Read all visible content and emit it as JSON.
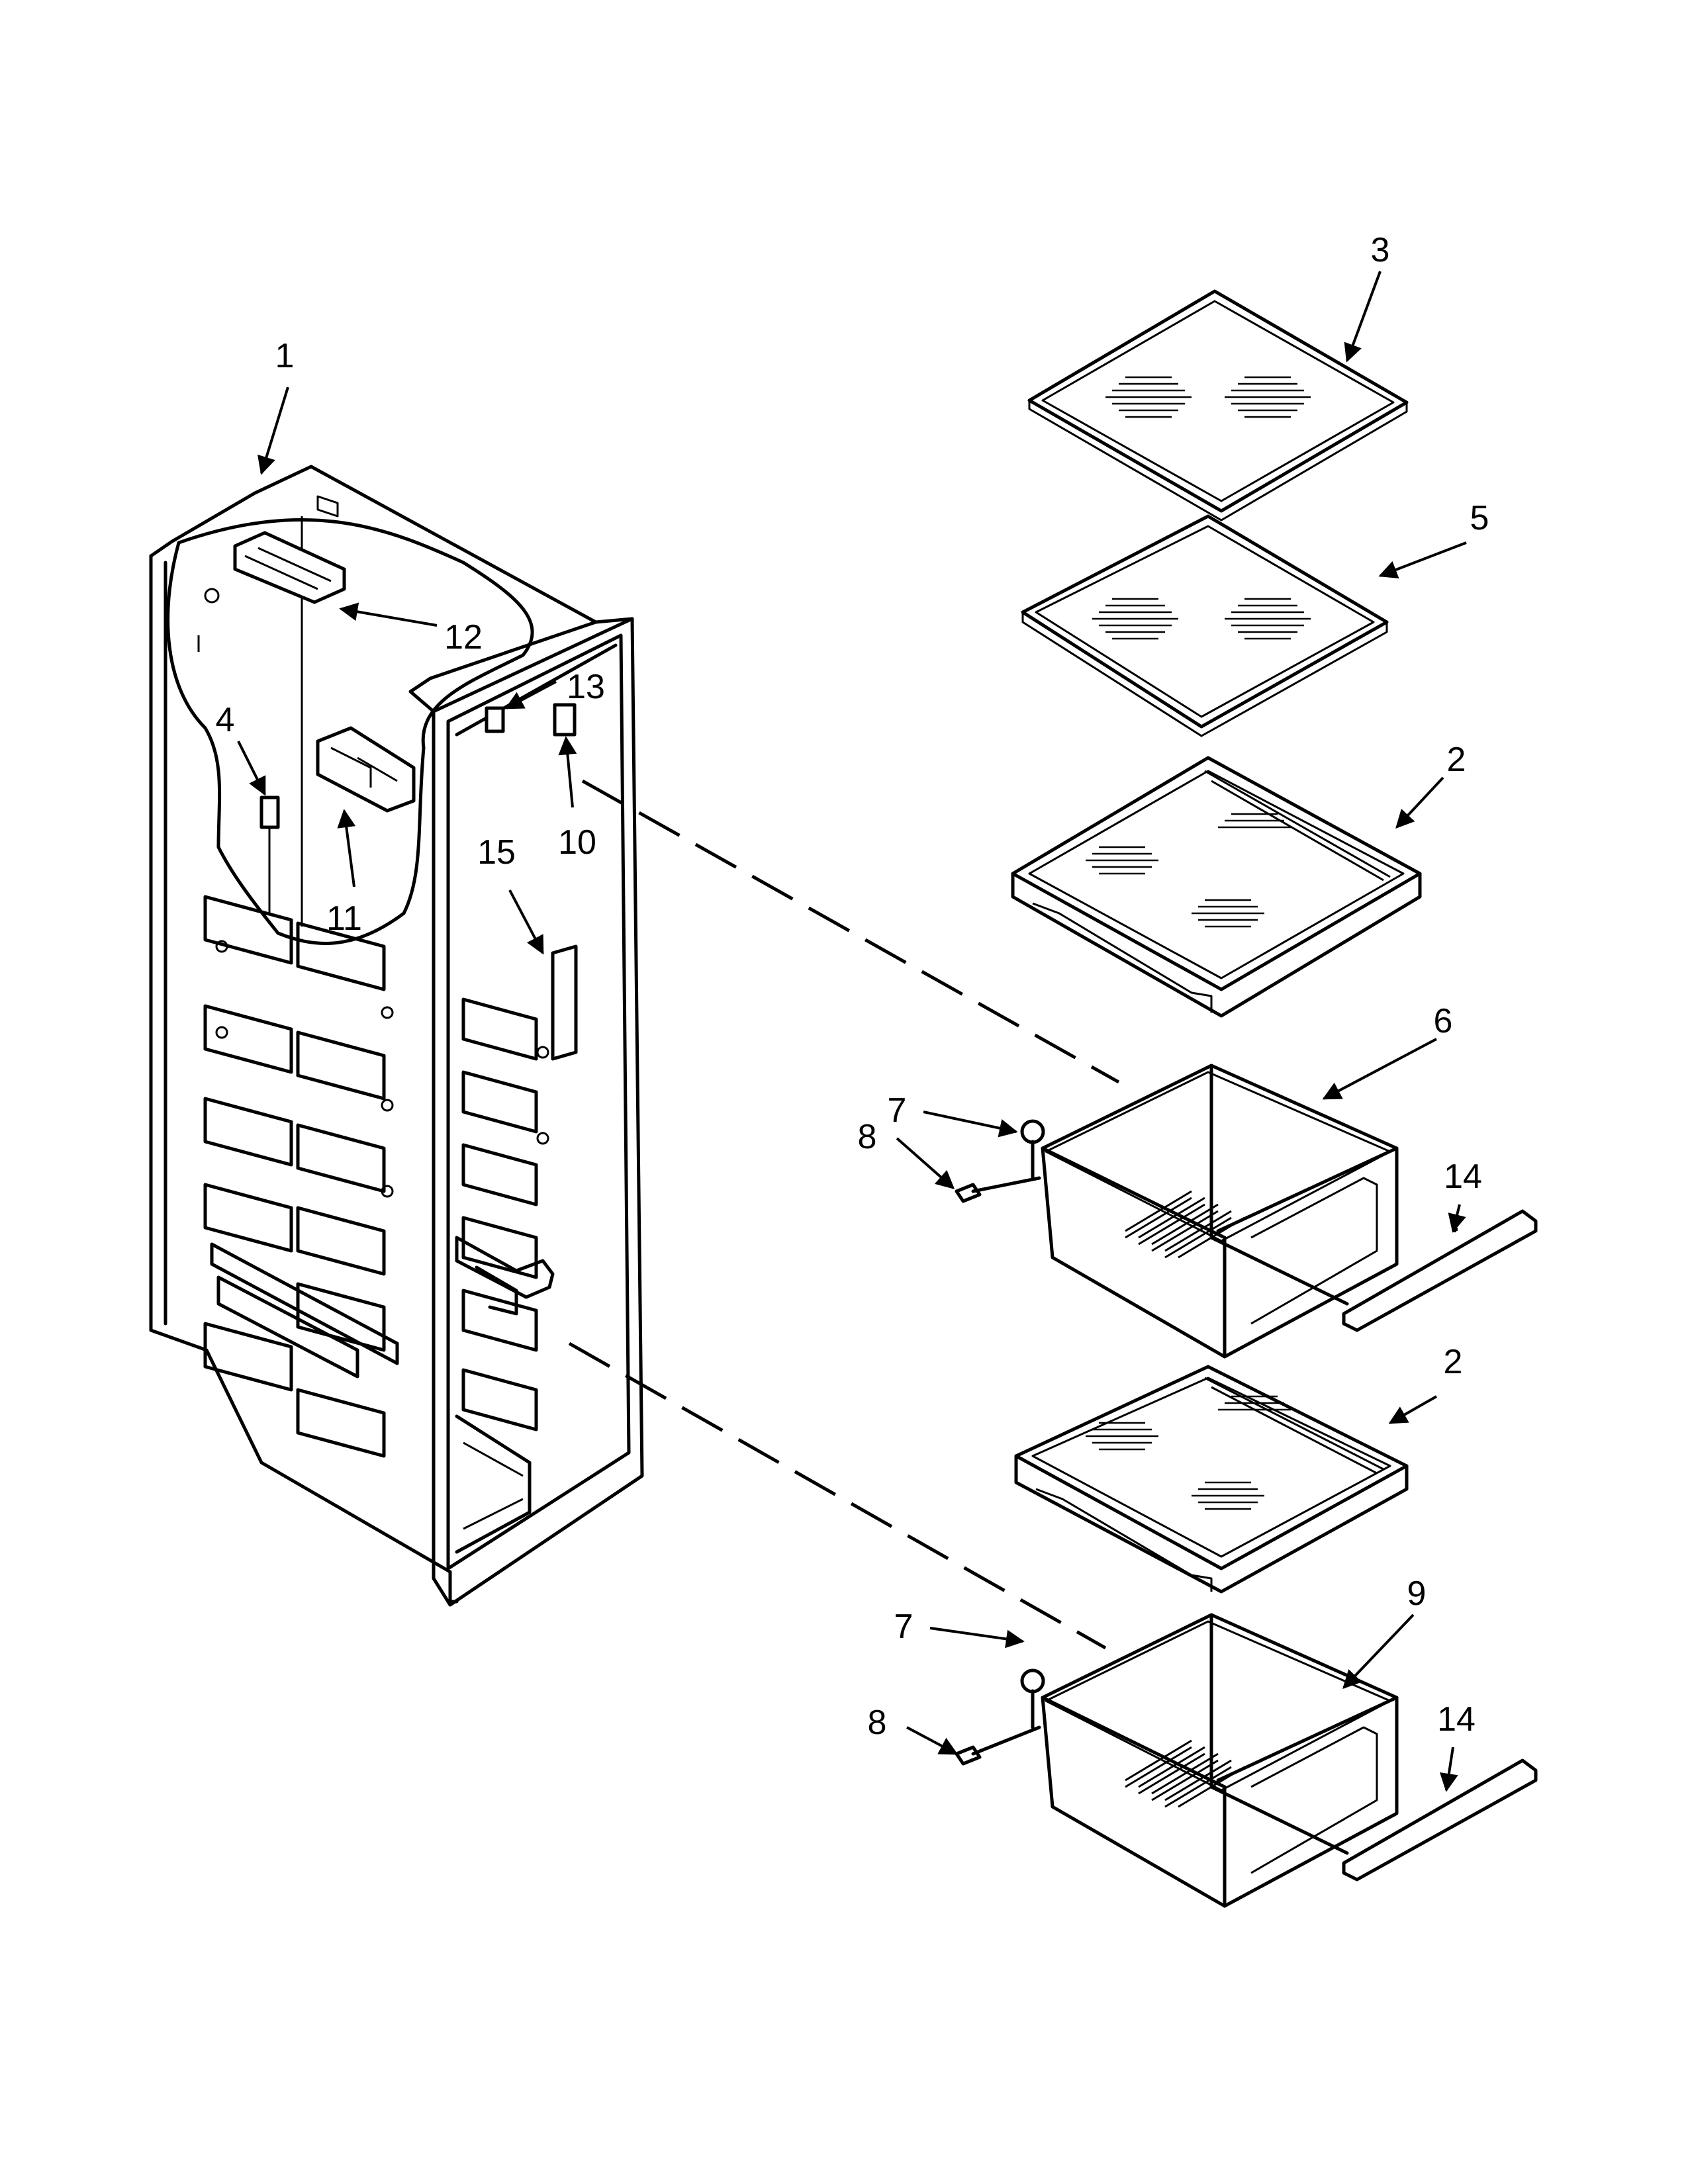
{
  "callouts": [
    {
      "id": "c1",
      "label": "1"
    },
    {
      "id": "c2a",
      "label": "2"
    },
    {
      "id": "c2b",
      "label": "2"
    },
    {
      "id": "c3",
      "label": "3"
    },
    {
      "id": "c4",
      "label": "4"
    },
    {
      "id": "c5",
      "label": "5"
    },
    {
      "id": "c6",
      "label": "6"
    },
    {
      "id": "c7a",
      "label": "7"
    },
    {
      "id": "c7b",
      "label": "7"
    },
    {
      "id": "c8a",
      "label": "8"
    },
    {
      "id": "c8b",
      "label": "8"
    },
    {
      "id": "c9",
      "label": "9"
    },
    {
      "id": "c10",
      "label": "10"
    },
    {
      "id": "c11",
      "label": "11"
    },
    {
      "id": "c12",
      "label": "12"
    },
    {
      "id": "c13",
      "label": "13"
    },
    {
      "id": "c14a",
      "label": "14"
    },
    {
      "id": "c14b",
      "label": "14"
    },
    {
      "id": "c15",
      "label": "15"
    }
  ]
}
